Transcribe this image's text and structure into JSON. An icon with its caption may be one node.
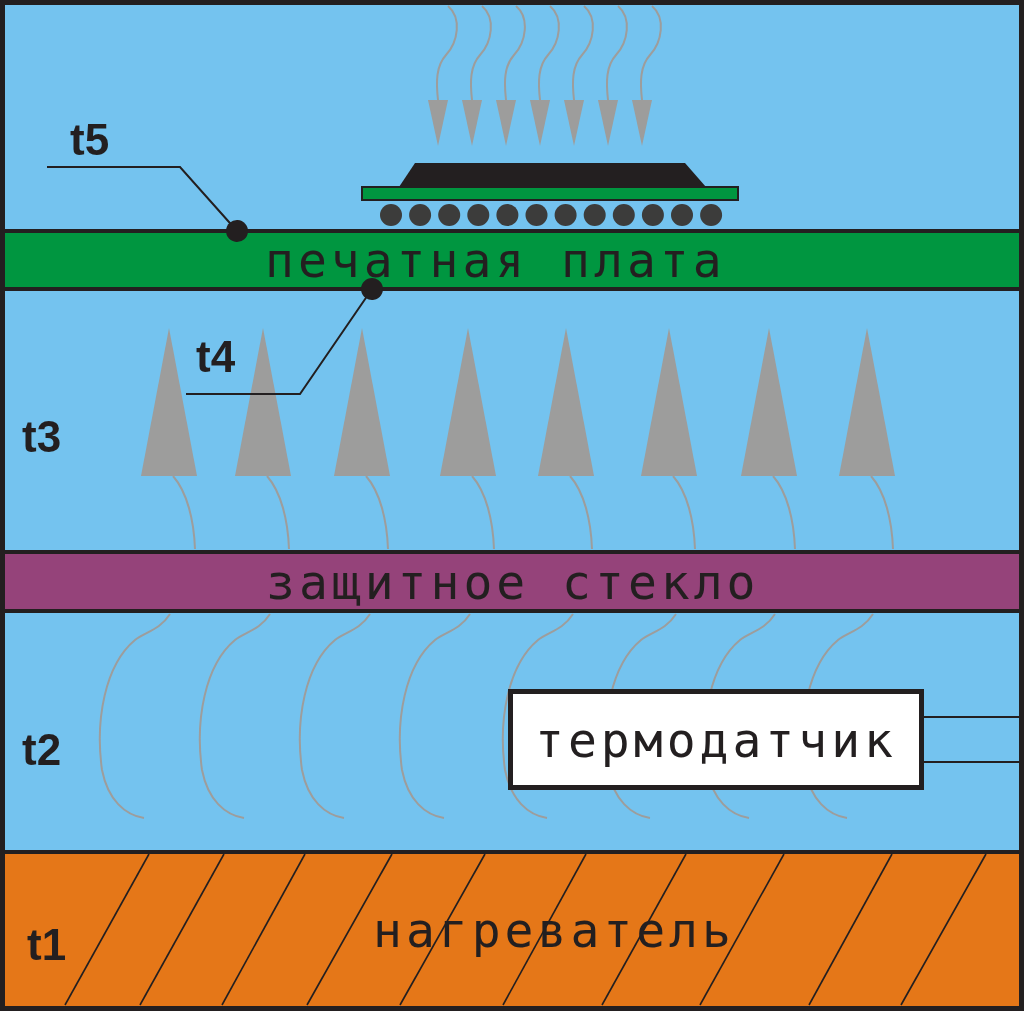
{
  "diagram": {
    "nodes": [
      {
        "text": [
          "t5"
        ]
      },
      {
        "text": [
          "печатная плата"
        ]
      },
      {
        "text": [
          "t4"
        ]
      },
      {
        "text": [
          "защитное стекло"
        ]
      },
      {
        "text": [
          "термодатчик"
        ]
      },
      {
        "text": [
          "нагреватель"
        ]
      }
    ],
    "edges": [
      {
        "from": 0,
        "to": 1,
        "arrow": "other"
      },
      {
        "from": 2,
        "to": 1,
        "arrow": "other"
      }
    ],
    "labels": [
      "t3",
      "t2",
      "t1"
    ]
  }
}
